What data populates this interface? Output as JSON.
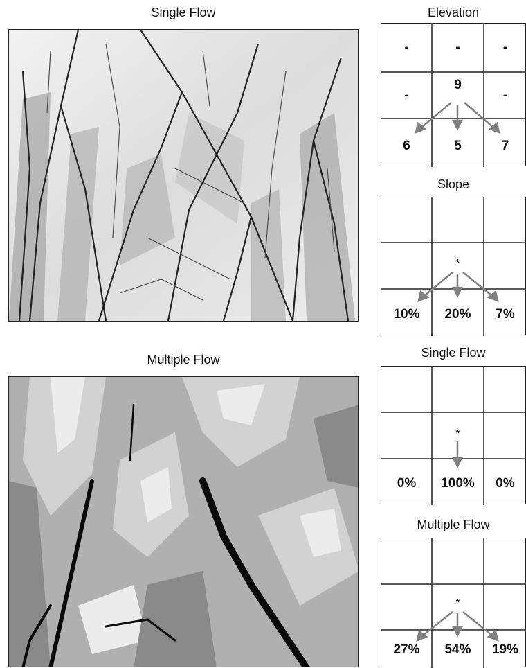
{
  "left": {
    "top_title": "Single Flow",
    "bottom_title": "Multiple Flow"
  },
  "panels": [
    {
      "title": "Elevation",
      "top_row": [
        "-",
        "-",
        "-"
      ],
      "mid_row": [
        "-",
        "9",
        "-"
      ],
      "bottom_row": [
        "6",
        "5",
        "7"
      ]
    },
    {
      "title": "Slope",
      "center": "*",
      "bottom_row": [
        "10%",
        "20%",
        "7%"
      ]
    },
    {
      "title": "Single Flow",
      "center": "*",
      "bottom_row": [
        "0%",
        "100%",
        "0%"
      ]
    },
    {
      "title": "Multiple Flow",
      "center": "*",
      "bottom_row": [
        "27%",
        "54%",
        "19%"
      ]
    }
  ],
  "colors": {
    "arrow": "#808080",
    "grid_line": "#222222"
  }
}
